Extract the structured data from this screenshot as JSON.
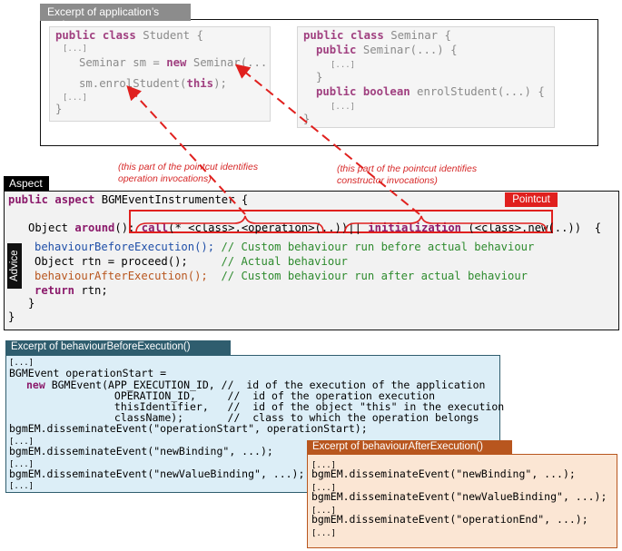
{
  "top": {
    "tab": "Excerpt of application’s code",
    "student": [
      "public class Student {",
      "[...]",
      "Seminar sm = new Seminar(...",
      "sm.enrolStudent(this);",
      "[...]",
      "}"
    ],
    "seminar": [
      "public class Seminar {",
      "public Seminar(...) {",
      "[...]",
      "}",
      "public boolean enrolStudent(...) {",
      "[...]",
      "}"
    ]
  },
  "notes": {
    "left": [
      "(this part of the pointcut identifies",
      "operation invocations)"
    ],
    "right": [
      "(this part of the pointcut identifies",
      "constructor invocations)"
    ]
  },
  "aspect": {
    "tab": "Aspect",
    "pointcut_label": "Pointcut",
    "advice_label": "Advice",
    "decl_kw": "public aspect",
    "decl_name": "BGMEventInstrumenter {",
    "obj": "Object",
    "around": "around",
    "around_tail": "():",
    "call_kw": "call",
    "call_args": "(* <class>.<operation>(..))",
    "or": "||",
    "init_kw": "initialization",
    "init_args": "(<class>.new(..))",
    "brace": "{",
    "before_call": "behaviourBeforeExecution();",
    "before_comment": "// Custom behaviour run before actual behaviour",
    "rtn": "Object rtn = proceed();",
    "rtn_comment": "// Actual behaviour",
    "after_call": "behaviourAfterExecution();",
    "after_comment": "// Custom behaviour run after actual behaviour",
    "ret_kw": "return",
    "ret_val": "rtn;",
    "close_inner": "}",
    "close_outer": "}"
  },
  "before": {
    "tab": "Excerpt of behaviourBeforeExecution()",
    "lines": [
      {
        "t": "[...]"
      },
      {
        "t": "BGMEvent operationStart ="
      },
      {
        "kw": "new",
        "t": " BGMEvent(APP_EXECUTION_ID, //  id of the execution of the application"
      },
      {
        "t": "              OPERATION_ID,     //  id of the operation execution"
      },
      {
        "t": "              thisIdentifier,   //  id of the object \"this\" in the execution"
      },
      {
        "t": "              className);       //  class to which the operation belongs"
      },
      {
        "t": "bgmEM.disseminateEvent(\"operationStart\", operationStart);"
      },
      {
        "t": "[...]"
      },
      {
        "t": "bgmEM.disseminateEvent(\"newBinding\", ...);"
      },
      {
        "t": "[...]"
      },
      {
        "t": "bgmEM.disseminateEvent(\"newValueBinding\", ...);"
      },
      {
        "t": "[...]"
      }
    ]
  },
  "after": {
    "tab": "Excerpt of behaviourAfterExecution()",
    "lines": [
      "[...]",
      "bgmEM.disseminateEvent(\"newBinding\", ...);",
      "[...]",
      "bgmEM.disseminateEvent(\"newValueBinding\", ...);",
      "[...]",
      "bgmEM.disseminateEvent(\"operationEnd\", ...);",
      "[...]"
    ]
  },
  "colors": {
    "top_tab": "#8c8c8c",
    "aspect_bg": "#f2f2f2",
    "before_tab": "#2f5d6e",
    "before_bg": "#dceef7",
    "before_border": "#2f5d6e",
    "after_tab": "#b8561e",
    "after_bg": "#fbe6d4",
    "after_border": "#b8561e",
    "pointcut_red": "#e0201e"
  }
}
